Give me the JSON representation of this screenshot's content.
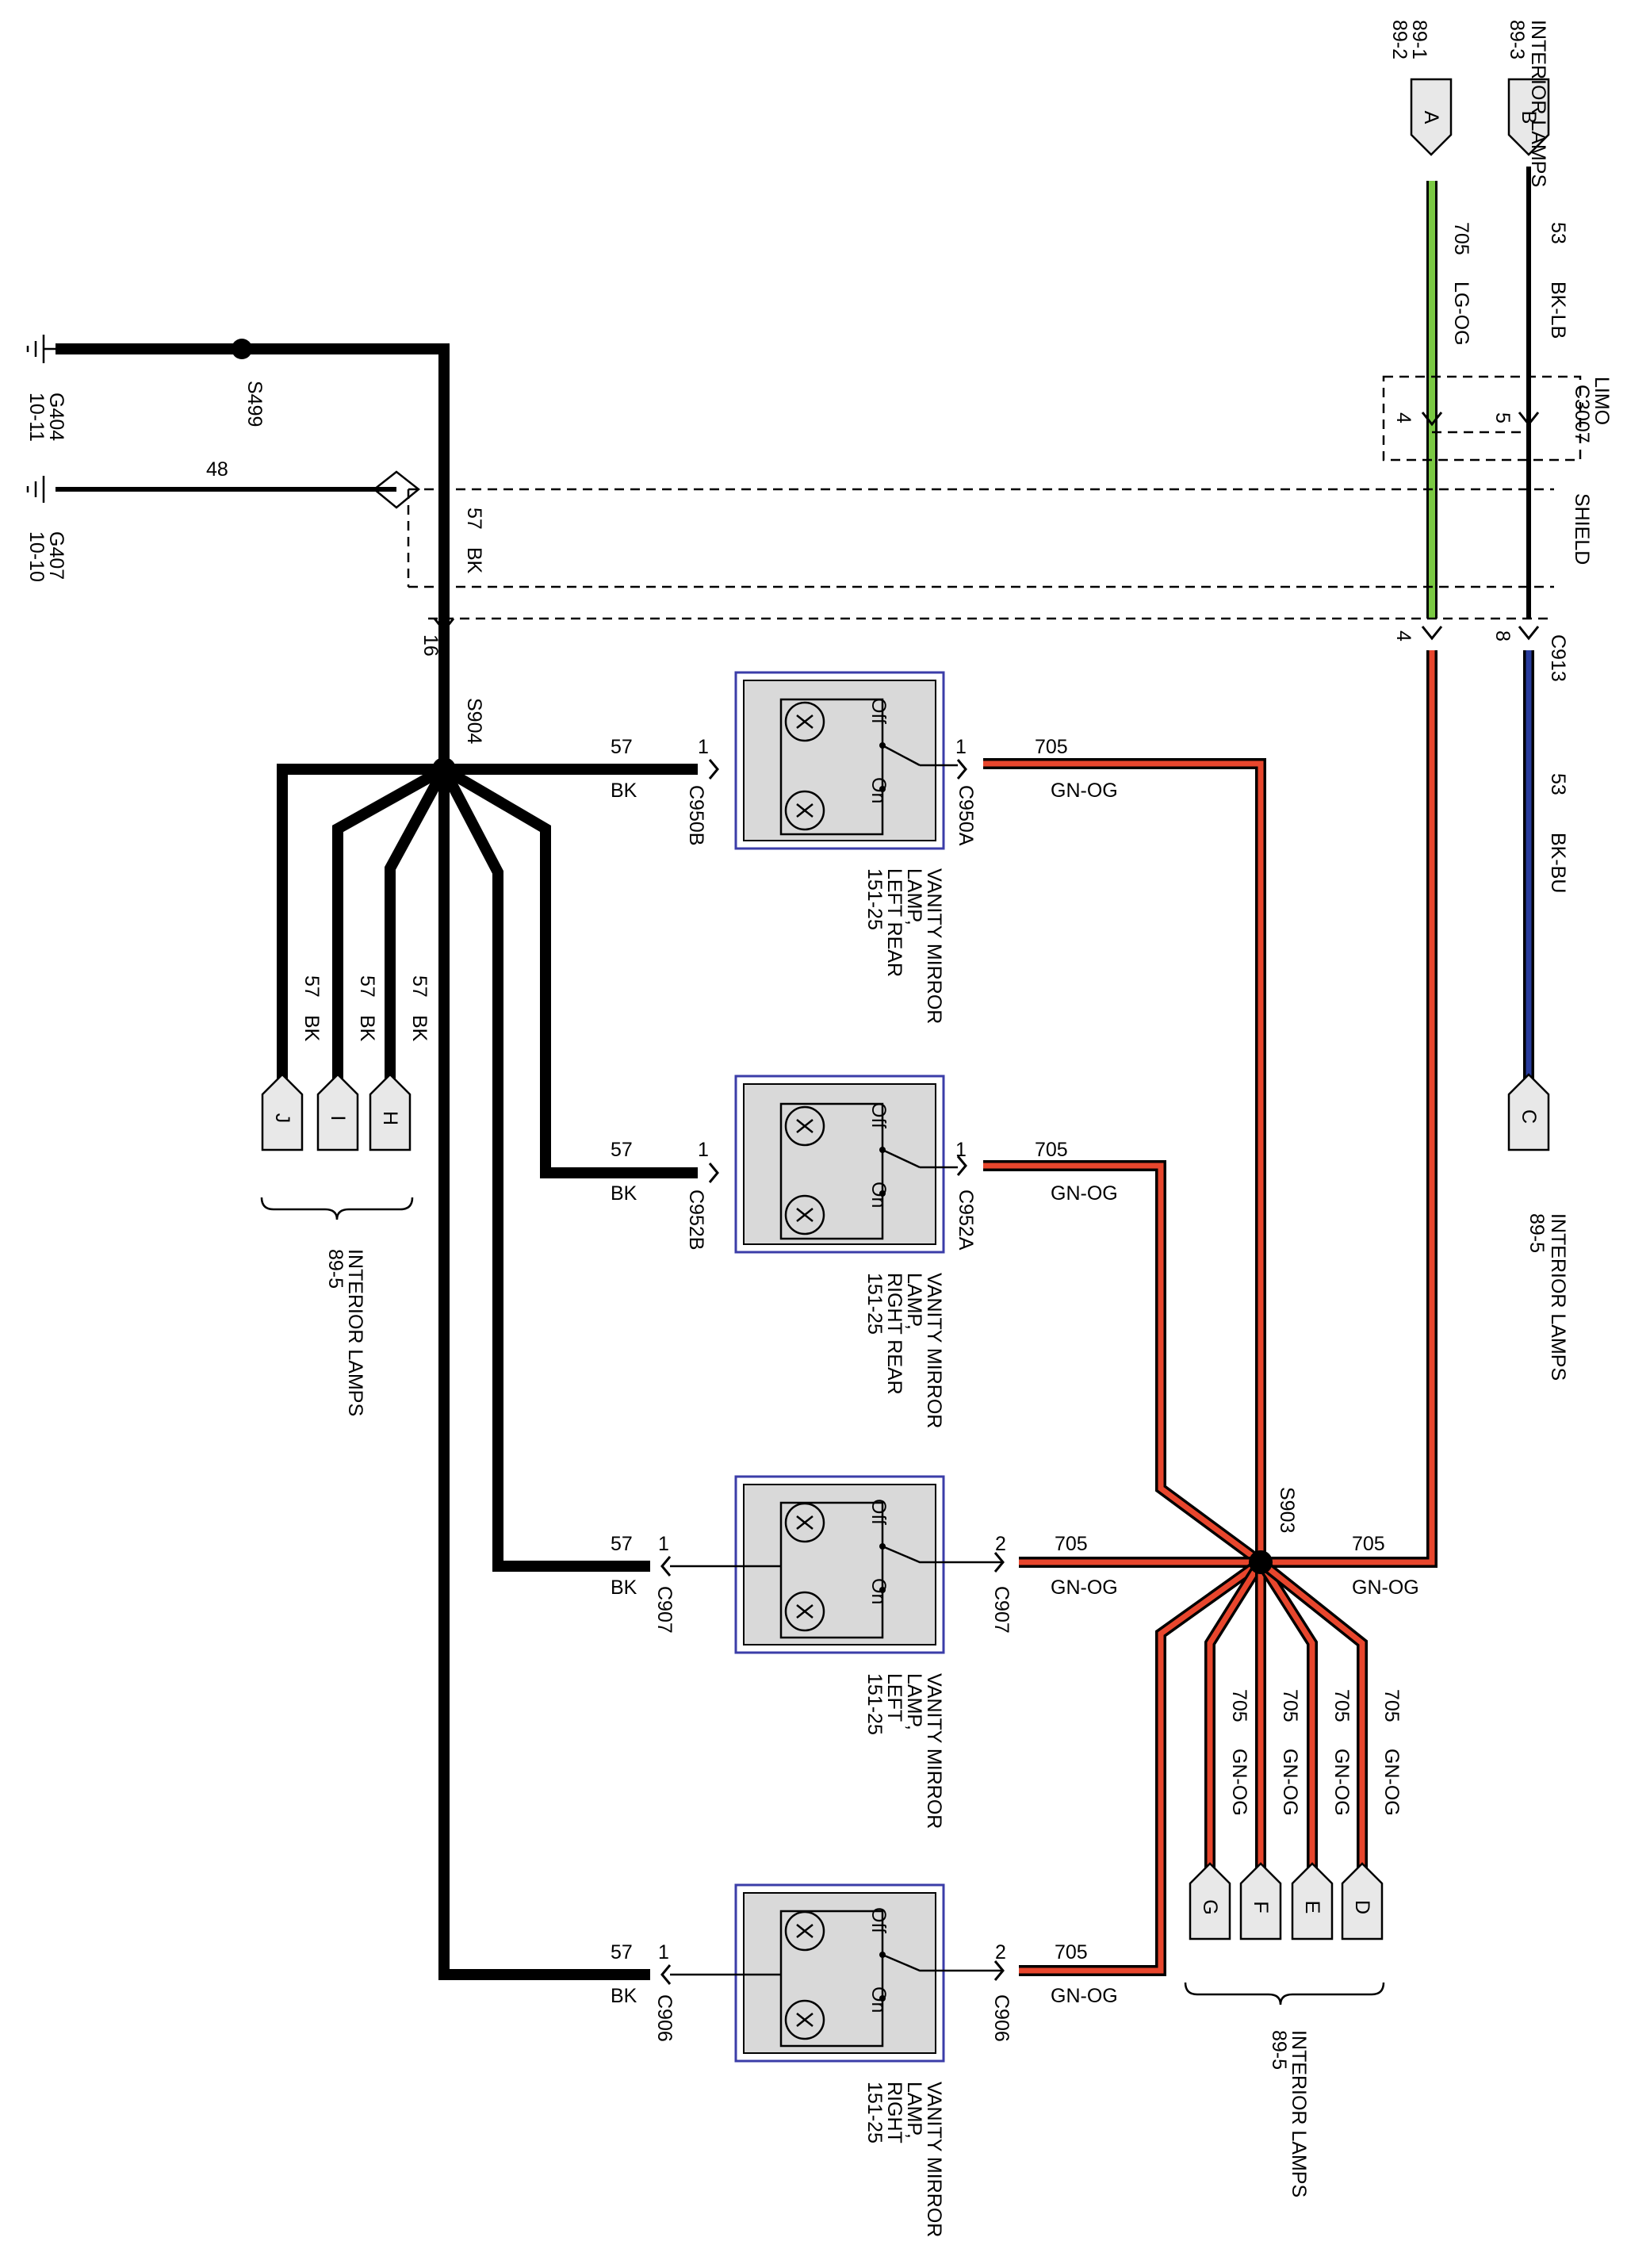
{
  "labels": {
    "int_lamps": "INTERIOR LAMPS",
    "int_lamps_ref": "89-5",
    "top_right_title": "INTERIOR LAMPS",
    "top_ref_a1": "89-1",
    "top_ref_a2": "89-2",
    "top_ref_b": "89-3",
    "conn_a": "A",
    "conn_b": "B",
    "conn_c": "C",
    "conn_d": "D",
    "conn_e": "E",
    "conn_f": "F",
    "conn_g": "G",
    "conn_h": "H",
    "conn_i": "I",
    "conn_j": "J",
    "w705": "705",
    "lg_og": "LG-OG",
    "w53": "53",
    "bk_lb": "BK-LB",
    "bk_bu": "BK-BU",
    "limo": "LIMO",
    "c3007": "C3007",
    "pin4": "4",
    "pin5": "5",
    "shield": "SHIELD",
    "c913": "C913",
    "pin8": "8",
    "g404": "G404",
    "g404_ref": "10-11",
    "g407": "G407",
    "g407_ref": "10-10",
    "s499": "S499",
    "w48": "48",
    "w57": "57",
    "bk": "BK",
    "pin16": "16",
    "s904": "S904",
    "s903": "S903",
    "gn_og": "GN-OG",
    "pin1": "1",
    "pin2": "2",
    "off": "Off",
    "on": "On",
    "c950b": "C950B",
    "c950a": "C950A",
    "c952b": "C952B",
    "c952a": "C952A",
    "c907": "C907",
    "c906": "C906",
    "vm_l1": "VANITY MIRROR",
    "vm_l2": "LAMP,",
    "lr": "LEFT REAR",
    "rr": "RIGHT REAR",
    "left": "LEFT",
    "right": "RIGHT",
    "ref151": "151-25"
  },
  "colors": {
    "gn_og": "#e8462d",
    "lg_og": "#7ac943",
    "bk_bu": "#283c9c",
    "component_fill": "#d9d9d9",
    "component_frame": "#3b3da8"
  }
}
